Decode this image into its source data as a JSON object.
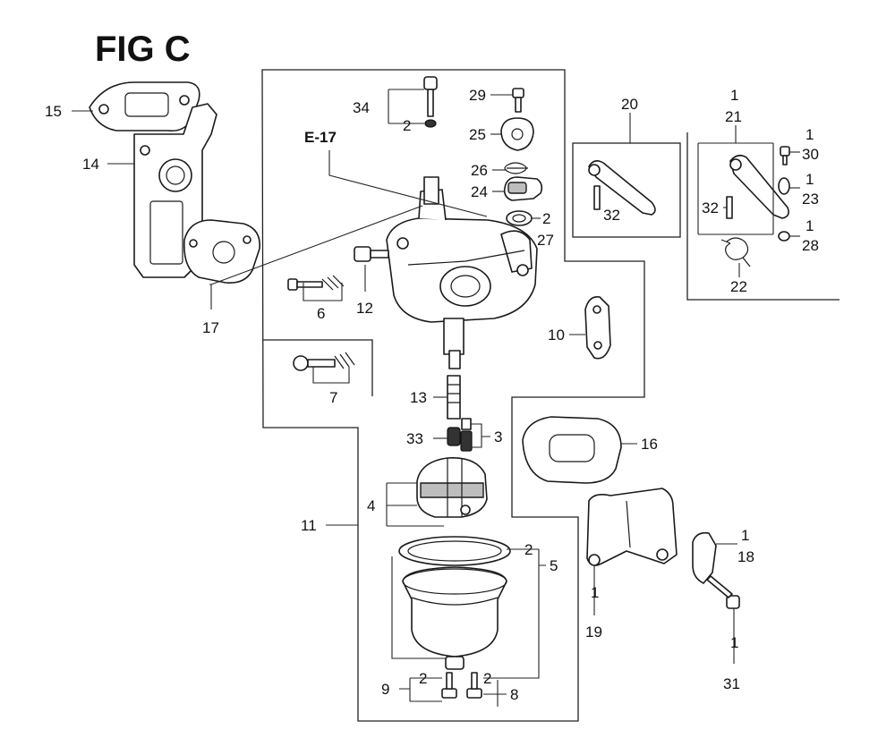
{
  "figure": {
    "title": "FIG C",
    "reference": "E-17"
  },
  "callouts": [
    {
      "id": "c15",
      "text": "15"
    },
    {
      "id": "c14",
      "text": "14"
    },
    {
      "id": "c17",
      "text": "17"
    },
    {
      "id": "c34",
      "text": "34"
    },
    {
      "id": "c34q",
      "text": "2"
    },
    {
      "id": "c29",
      "text": "29"
    },
    {
      "id": "c25",
      "text": "25"
    },
    {
      "id": "c26",
      "text": "26"
    },
    {
      "id": "c24",
      "text": "24"
    },
    {
      "id": "c27q",
      "text": "2"
    },
    {
      "id": "c27",
      "text": "27"
    },
    {
      "id": "c6",
      "text": "6"
    },
    {
      "id": "c12",
      "text": "12"
    },
    {
      "id": "c7",
      "text": "7"
    },
    {
      "id": "c13",
      "text": "13"
    },
    {
      "id": "c33",
      "text": "33"
    },
    {
      "id": "c3",
      "text": "3"
    },
    {
      "id": "c11",
      "text": "11"
    },
    {
      "id": "c4",
      "text": "4"
    },
    {
      "id": "c5q",
      "text": "2"
    },
    {
      "id": "c5",
      "text": "5"
    },
    {
      "id": "c9q",
      "text": "2"
    },
    {
      "id": "c9",
      "text": "9"
    },
    {
      "id": "c8q",
      "text": "2"
    },
    {
      "id": "c8",
      "text": "8"
    },
    {
      "id": "c10",
      "text": "10"
    },
    {
      "id": "c16",
      "text": "16"
    },
    {
      "id": "c20",
      "text": "20"
    },
    {
      "id": "c32a",
      "text": "32"
    },
    {
      "id": "c21q",
      "text": "1"
    },
    {
      "id": "c21",
      "text": "21"
    },
    {
      "id": "c30q",
      "text": "1"
    },
    {
      "id": "c30",
      "text": "30"
    },
    {
      "id": "c23q",
      "text": "1"
    },
    {
      "id": "c23",
      "text": "23"
    },
    {
      "id": "c32b",
      "text": "32"
    },
    {
      "id": "c28q",
      "text": "1"
    },
    {
      "id": "c28",
      "text": "28"
    },
    {
      "id": "c22",
      "text": "22"
    },
    {
      "id": "c18q",
      "text": "1"
    },
    {
      "id": "c18",
      "text": "18"
    },
    {
      "id": "c19q",
      "text": "1"
    },
    {
      "id": "c19",
      "text": "19"
    },
    {
      "id": "c31q",
      "text": "1"
    },
    {
      "id": "c31",
      "text": "31"
    }
  ]
}
